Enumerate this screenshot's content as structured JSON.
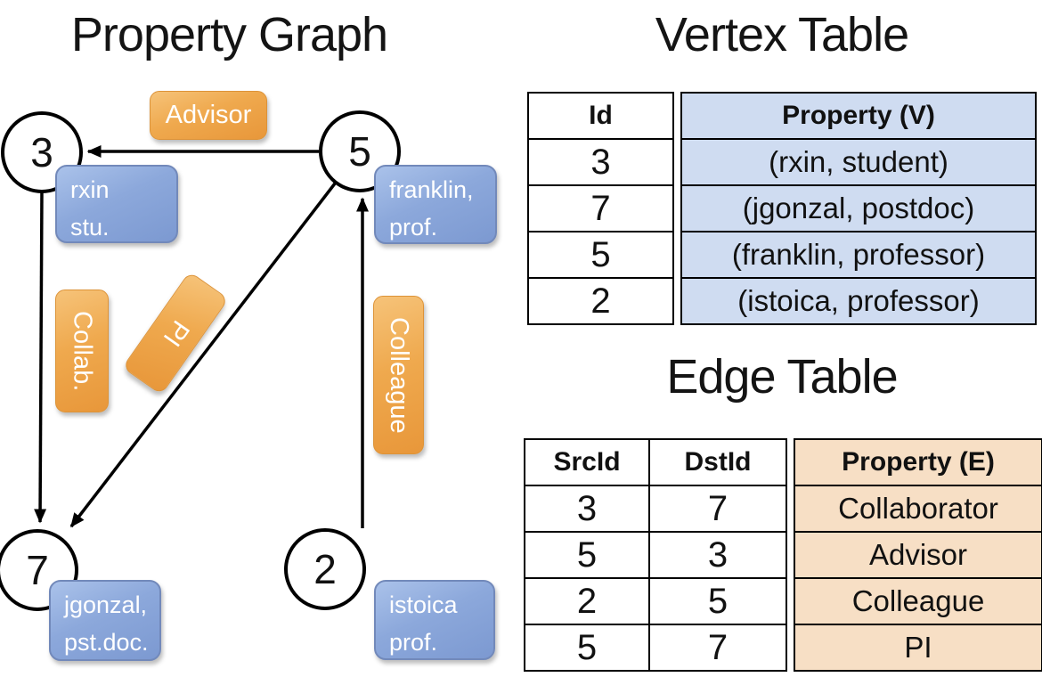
{
  "graph": {
    "title": "Property Graph",
    "nodes": {
      "n3": {
        "id": "3",
        "line1": "rxin",
        "line2": "stu."
      },
      "n5": {
        "id": "5",
        "line1": "franklin,",
        "line2": "prof."
      },
      "n7": {
        "id": "7",
        "line1": "jgonzal,",
        "line2": "pst.doc."
      },
      "n2": {
        "id": "2",
        "line1": "istoica",
        "line2": "prof."
      }
    },
    "edge_labels": {
      "advisor": "Advisor",
      "collab": "Collab.",
      "pi": "PI",
      "colleague": "Colleague"
    }
  },
  "vertex_table": {
    "title": "Vertex Table",
    "columns": {
      "id": "Id",
      "property": "Property (V)"
    },
    "rows": [
      {
        "id": "3",
        "property": "(rxin, student)"
      },
      {
        "id": "7",
        "property": "(jgonzal, postdoc)"
      },
      {
        "id": "5",
        "property": "(franklin, professor)"
      },
      {
        "id": "2",
        "property": "(istoica, professor)"
      }
    ]
  },
  "edge_table": {
    "title": "Edge Table",
    "columns": {
      "src": "SrcId",
      "dst": "DstId",
      "property": "Property (E)"
    },
    "rows": [
      {
        "src": "3",
        "dst": "7",
        "property": "Collaborator"
      },
      {
        "src": "5",
        "dst": "3",
        "property": "Advisor"
      },
      {
        "src": "2",
        "dst": "5",
        "property": "Colleague"
      },
      {
        "src": "5",
        "dst": "7",
        "property": "PI"
      }
    ]
  },
  "colors": {
    "edge_label_orange_top": "#f6c379",
    "edge_label_orange_bottom": "#e8973a",
    "vertex_label_blue_top": "#aac2ea",
    "vertex_label_blue_bottom": "#7c99d1",
    "vertex_property_cell_fill": "#cfdcf1",
    "edge_property_cell_fill": "#f7dfc5",
    "line_color": "#000000",
    "background": "#ffffff"
  }
}
